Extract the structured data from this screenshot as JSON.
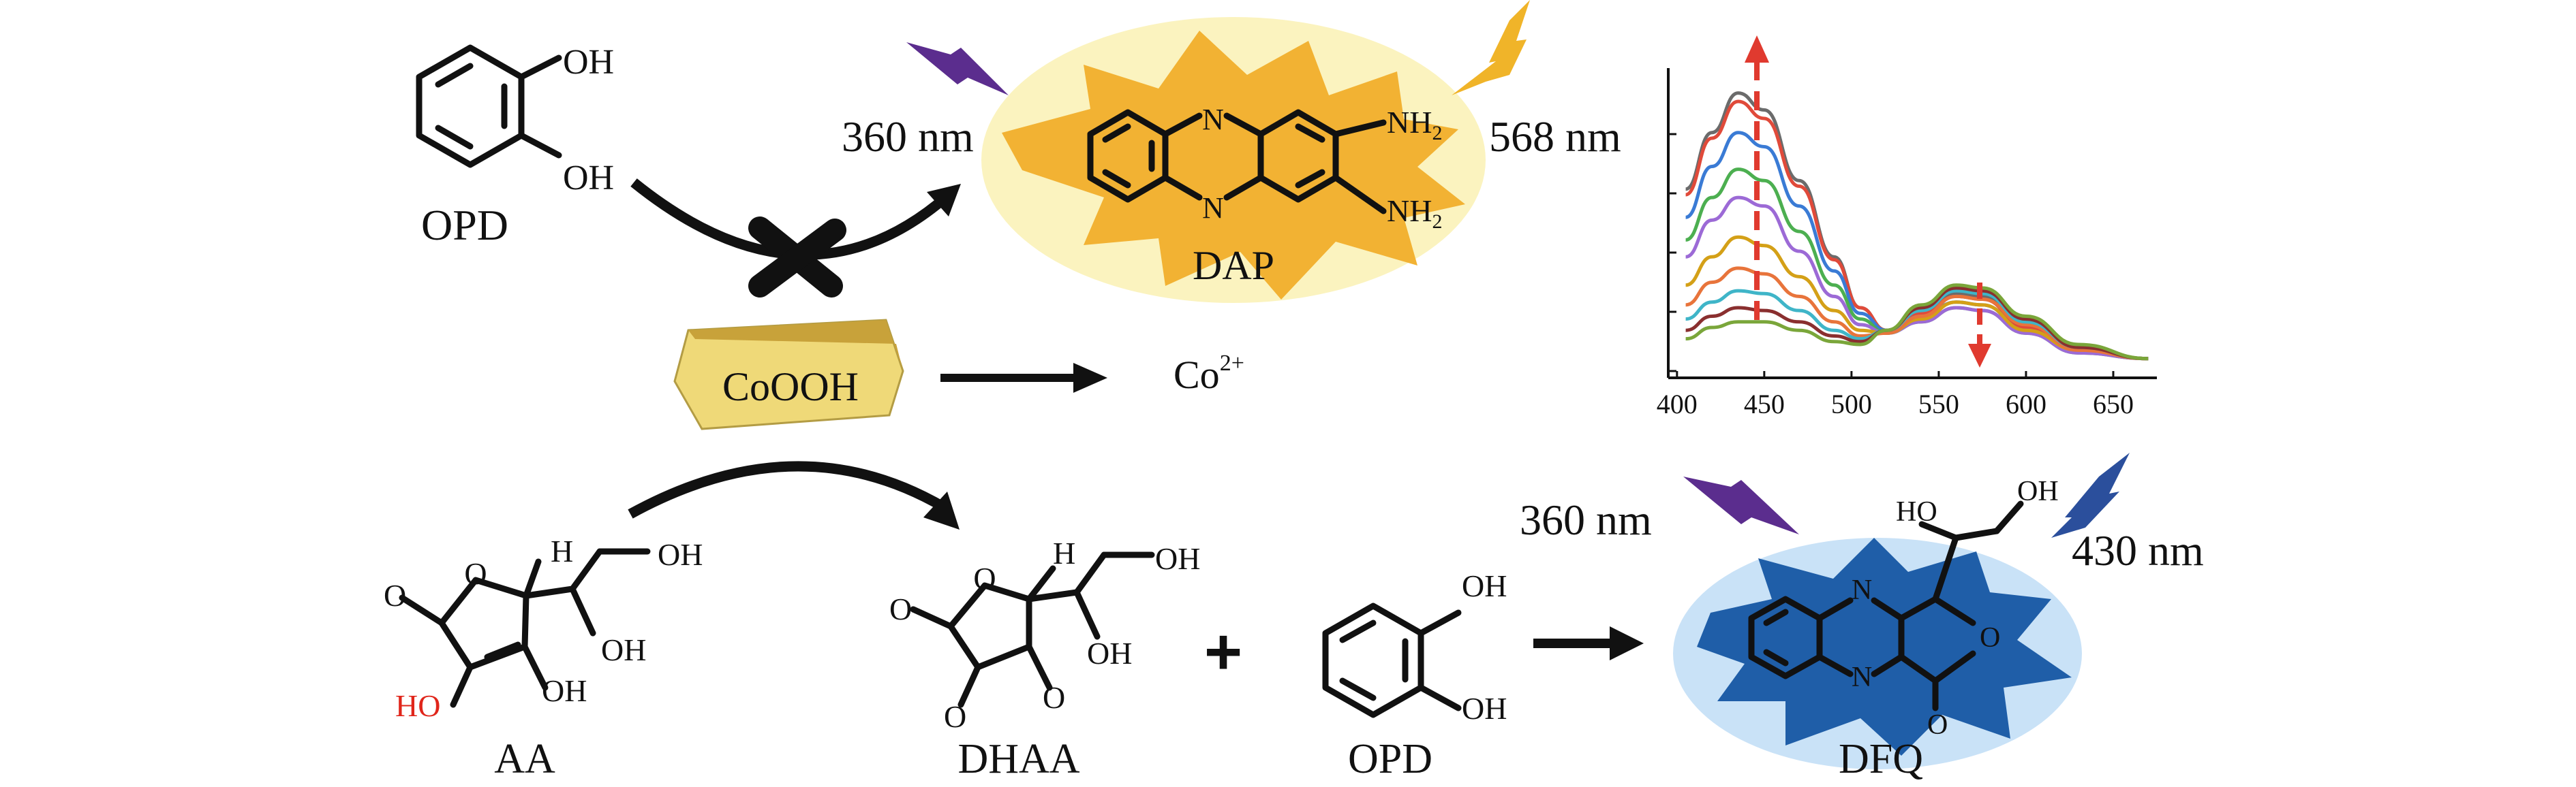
{
  "labels": {
    "opd_top": "OPD",
    "oh": "OH",
    "dap": "DAP",
    "nh2": "NH",
    "nh2_sub": "2",
    "n": "N",
    "excitation_top": "360 nm",
    "emission_top": "568 nm",
    "cooh": "CoOOH",
    "co_ion": "Co",
    "co_ion_sup": "2+",
    "aa": "AA",
    "dhaa": "DHAA",
    "opd_bottom": "OPD",
    "dfq": "DFQ",
    "excitation_bottom": "360 nm",
    "emission_bottom": "430 nm",
    "h": "H",
    "o": "O",
    "ho": "HO",
    "plus": "+"
  },
  "colors": {
    "dap_glow": "#f2b233",
    "dfq_glow": "#1f5ea8",
    "cooh_fill": "#efd978",
    "lightning_purple": "#5b2d8e",
    "lightning_gold": "#f0b429",
    "lightning_blue": "#2b4f9c",
    "ho_red": "#e0261b",
    "trend_arrow": "#e03a2f"
  },
  "chart_data": {
    "type": "line",
    "xlabel": "",
    "ylabel": "",
    "xlim": [
      395,
      675
    ],
    "ticks": [
      400,
      450,
      500,
      550,
      600,
      650
    ],
    "ytick_count": 5,
    "series": [
      {
        "color": "#6b6b6b",
        "points": [
          [
            405,
            0.62
          ],
          [
            420,
            0.82
          ],
          [
            435,
            0.96
          ],
          [
            450,
            0.9
          ],
          [
            470,
            0.65
          ],
          [
            490,
            0.38
          ],
          [
            505,
            0.2
          ],
          [
            520,
            0.12
          ],
          [
            540,
            0.18
          ],
          [
            560,
            0.25
          ],
          [
            575,
            0.24
          ],
          [
            600,
            0.14
          ],
          [
            630,
            0.05
          ],
          [
            670,
            0.02
          ]
        ]
      },
      {
        "color": "#e04a3a",
        "points": [
          [
            405,
            0.6
          ],
          [
            420,
            0.8
          ],
          [
            435,
            0.93
          ],
          [
            450,
            0.87
          ],
          [
            470,
            0.63
          ],
          [
            490,
            0.37
          ],
          [
            505,
            0.2
          ],
          [
            520,
            0.12
          ],
          [
            540,
            0.18
          ],
          [
            560,
            0.24
          ],
          [
            575,
            0.23
          ],
          [
            600,
            0.13
          ],
          [
            630,
            0.05
          ],
          [
            670,
            0.02
          ]
        ]
      },
      {
        "color": "#3a7bd5",
        "points": [
          [
            405,
            0.52
          ],
          [
            420,
            0.7
          ],
          [
            435,
            0.82
          ],
          [
            450,
            0.77
          ],
          [
            470,
            0.56
          ],
          [
            490,
            0.33
          ],
          [
            505,
            0.18
          ],
          [
            520,
            0.12
          ],
          [
            540,
            0.17
          ],
          [
            560,
            0.22
          ],
          [
            575,
            0.21
          ],
          [
            600,
            0.12
          ],
          [
            630,
            0.05
          ],
          [
            670,
            0.02
          ]
        ]
      },
      {
        "color": "#4caf50",
        "points": [
          [
            405,
            0.44
          ],
          [
            420,
            0.59
          ],
          [
            435,
            0.69
          ],
          [
            450,
            0.65
          ],
          [
            470,
            0.47
          ],
          [
            490,
            0.28
          ],
          [
            505,
            0.16
          ],
          [
            520,
            0.11
          ],
          [
            540,
            0.15
          ],
          [
            560,
            0.2
          ],
          [
            575,
            0.19
          ],
          [
            600,
            0.11
          ],
          [
            630,
            0.04
          ],
          [
            670,
            0.02
          ]
        ]
      },
      {
        "color": "#9c6ad6",
        "points": [
          [
            405,
            0.38
          ],
          [
            420,
            0.51
          ],
          [
            435,
            0.59
          ],
          [
            450,
            0.56
          ],
          [
            470,
            0.4
          ],
          [
            490,
            0.24
          ],
          [
            505,
            0.14
          ],
          [
            520,
            0.11
          ],
          [
            540,
            0.15
          ],
          [
            560,
            0.2
          ],
          [
            575,
            0.19
          ],
          [
            600,
            0.11
          ],
          [
            630,
            0.04
          ],
          [
            670,
            0.02
          ]
        ]
      },
      {
        "color": "#d4a017",
        "points": [
          [
            405,
            0.28
          ],
          [
            420,
            0.38
          ],
          [
            435,
            0.45
          ],
          [
            450,
            0.42
          ],
          [
            470,
            0.31
          ],
          [
            490,
            0.19
          ],
          [
            505,
            0.12
          ],
          [
            520,
            0.11
          ],
          [
            540,
            0.16
          ],
          [
            560,
            0.22
          ],
          [
            575,
            0.21
          ],
          [
            600,
            0.12
          ],
          [
            630,
            0.05
          ],
          [
            670,
            0.02
          ]
        ]
      },
      {
        "color": "#e8743b",
        "points": [
          [
            405,
            0.21
          ],
          [
            420,
            0.29
          ],
          [
            435,
            0.34
          ],
          [
            450,
            0.32
          ],
          [
            470,
            0.24
          ],
          [
            490,
            0.15
          ],
          [
            505,
            0.1
          ],
          [
            520,
            0.11
          ],
          [
            540,
            0.17
          ],
          [
            560,
            0.24
          ],
          [
            575,
            0.23
          ],
          [
            600,
            0.14
          ],
          [
            630,
            0.05
          ],
          [
            670,
            0.02
          ]
        ]
      },
      {
        "color": "#3fb5c8",
        "points": [
          [
            405,
            0.16
          ],
          [
            420,
            0.22
          ],
          [
            435,
            0.26
          ],
          [
            450,
            0.25
          ],
          [
            470,
            0.19
          ],
          [
            490,
            0.12
          ],
          [
            505,
            0.09
          ],
          [
            520,
            0.12
          ],
          [
            540,
            0.19
          ],
          [
            560,
            0.26
          ],
          [
            575,
            0.25
          ],
          [
            600,
            0.15
          ],
          [
            630,
            0.06
          ],
          [
            670,
            0.02
          ]
        ]
      },
      {
        "color": "#8a2f2f",
        "points": [
          [
            405,
            0.12
          ],
          [
            420,
            0.17
          ],
          [
            435,
            0.2
          ],
          [
            450,
            0.19
          ],
          [
            470,
            0.15
          ],
          [
            490,
            0.1
          ],
          [
            505,
            0.08
          ],
          [
            520,
            0.12
          ],
          [
            540,
            0.2
          ],
          [
            560,
            0.27
          ],
          [
            575,
            0.26
          ],
          [
            600,
            0.16
          ],
          [
            630,
            0.06
          ],
          [
            670,
            0.02
          ]
        ]
      },
      {
        "color": "#7aa63a",
        "points": [
          [
            405,
            0.09
          ],
          [
            420,
            0.13
          ],
          [
            435,
            0.15
          ],
          [
            450,
            0.15
          ],
          [
            470,
            0.12
          ],
          [
            490,
            0.08
          ],
          [
            505,
            0.07
          ],
          [
            520,
            0.12
          ],
          [
            540,
            0.21
          ],
          [
            560,
            0.28
          ],
          [
            575,
            0.27
          ],
          [
            600,
            0.17
          ],
          [
            630,
            0.07
          ],
          [
            670,
            0.02
          ]
        ]
      }
    ]
  }
}
